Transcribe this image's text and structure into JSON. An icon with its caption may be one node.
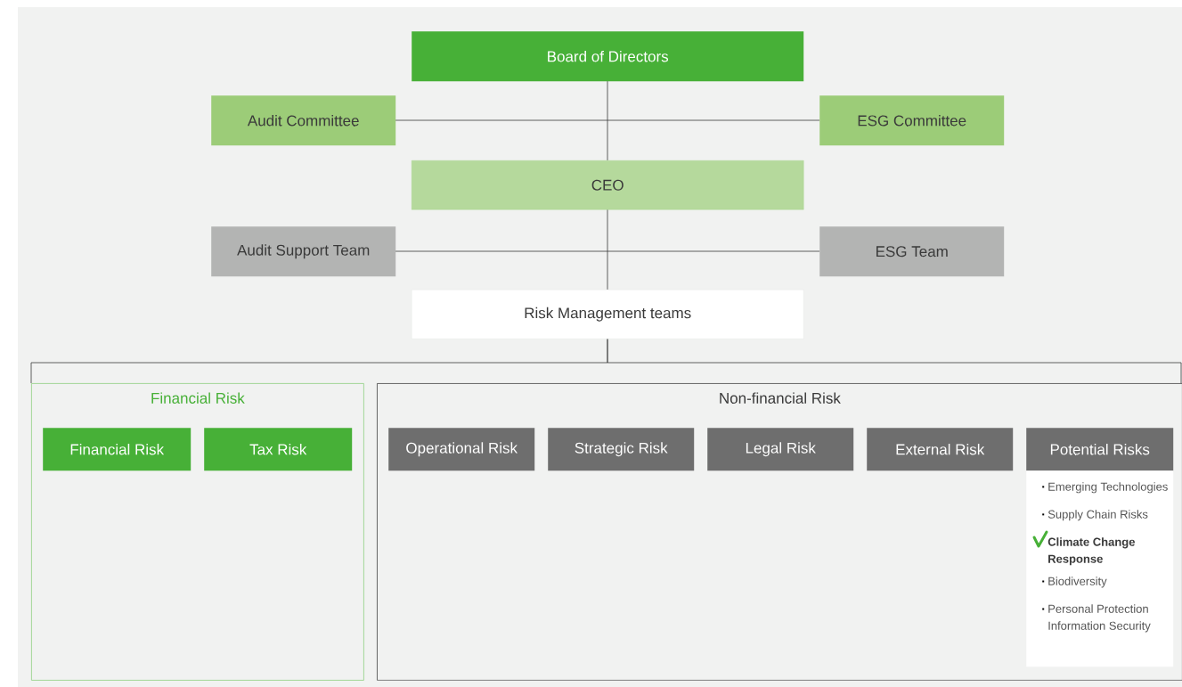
{
  "diagram": {
    "nodes": [
      {
        "text": [
          "Board of Directors"
        ]
      },
      {
        "text": [
          "Audit Committee"
        ]
      },
      {
        "text": [
          "ESG Committee"
        ]
      },
      {
        "text": [
          "CEO"
        ]
      },
      {
        "text": [
          "Audit Support Team"
        ]
      },
      {
        "text": [
          "ESG Team"
        ]
      },
      {
        "text": [
          "Risk Management teams"
        ]
      },
      {
        "text": [
          "Financial Risk"
        ]
      },
      {
        "text": [
          "Financial Risk"
        ],
        "in": 7
      },
      {
        "text": [
          "Tax Risk"
        ],
        "in": 7
      },
      {
        "text": [
          "Non-financial Risk"
        ]
      },
      {
        "text": [
          "Operational Risk"
        ],
        "in": 10
      },
      {
        "text": [
          "Strategic Risk"
        ],
        "in": 10
      },
      {
        "text": [
          "Legal Risk"
        ],
        "in": 10
      },
      {
        "text": [
          "External Risk"
        ],
        "in": 10
      },
      {
        "text": [
          "Potential Risks"
        ],
        "in": 10
      },
      {
        "text": [
          "Emerging Technologies",
          "Supply Chain Risks",
          "Climate Change Response",
          "Biodiversity",
          "Personal Protection Information Security"
        ],
        "in": 10
      }
    ],
    "edges": [
      {
        "from": 0,
        "to": 3,
        "arrow": "none"
      },
      {
        "from": 1,
        "to": 2,
        "arrow": "none"
      },
      {
        "from": 3,
        "to": 6,
        "arrow": "none"
      },
      {
        "from": 4,
        "to": 5,
        "arrow": "none"
      },
      {
        "from": 6,
        "to": 7,
        "arrow": "none"
      },
      {
        "from": 6,
        "to": 10,
        "arrow": "none"
      }
    ]
  }
}
